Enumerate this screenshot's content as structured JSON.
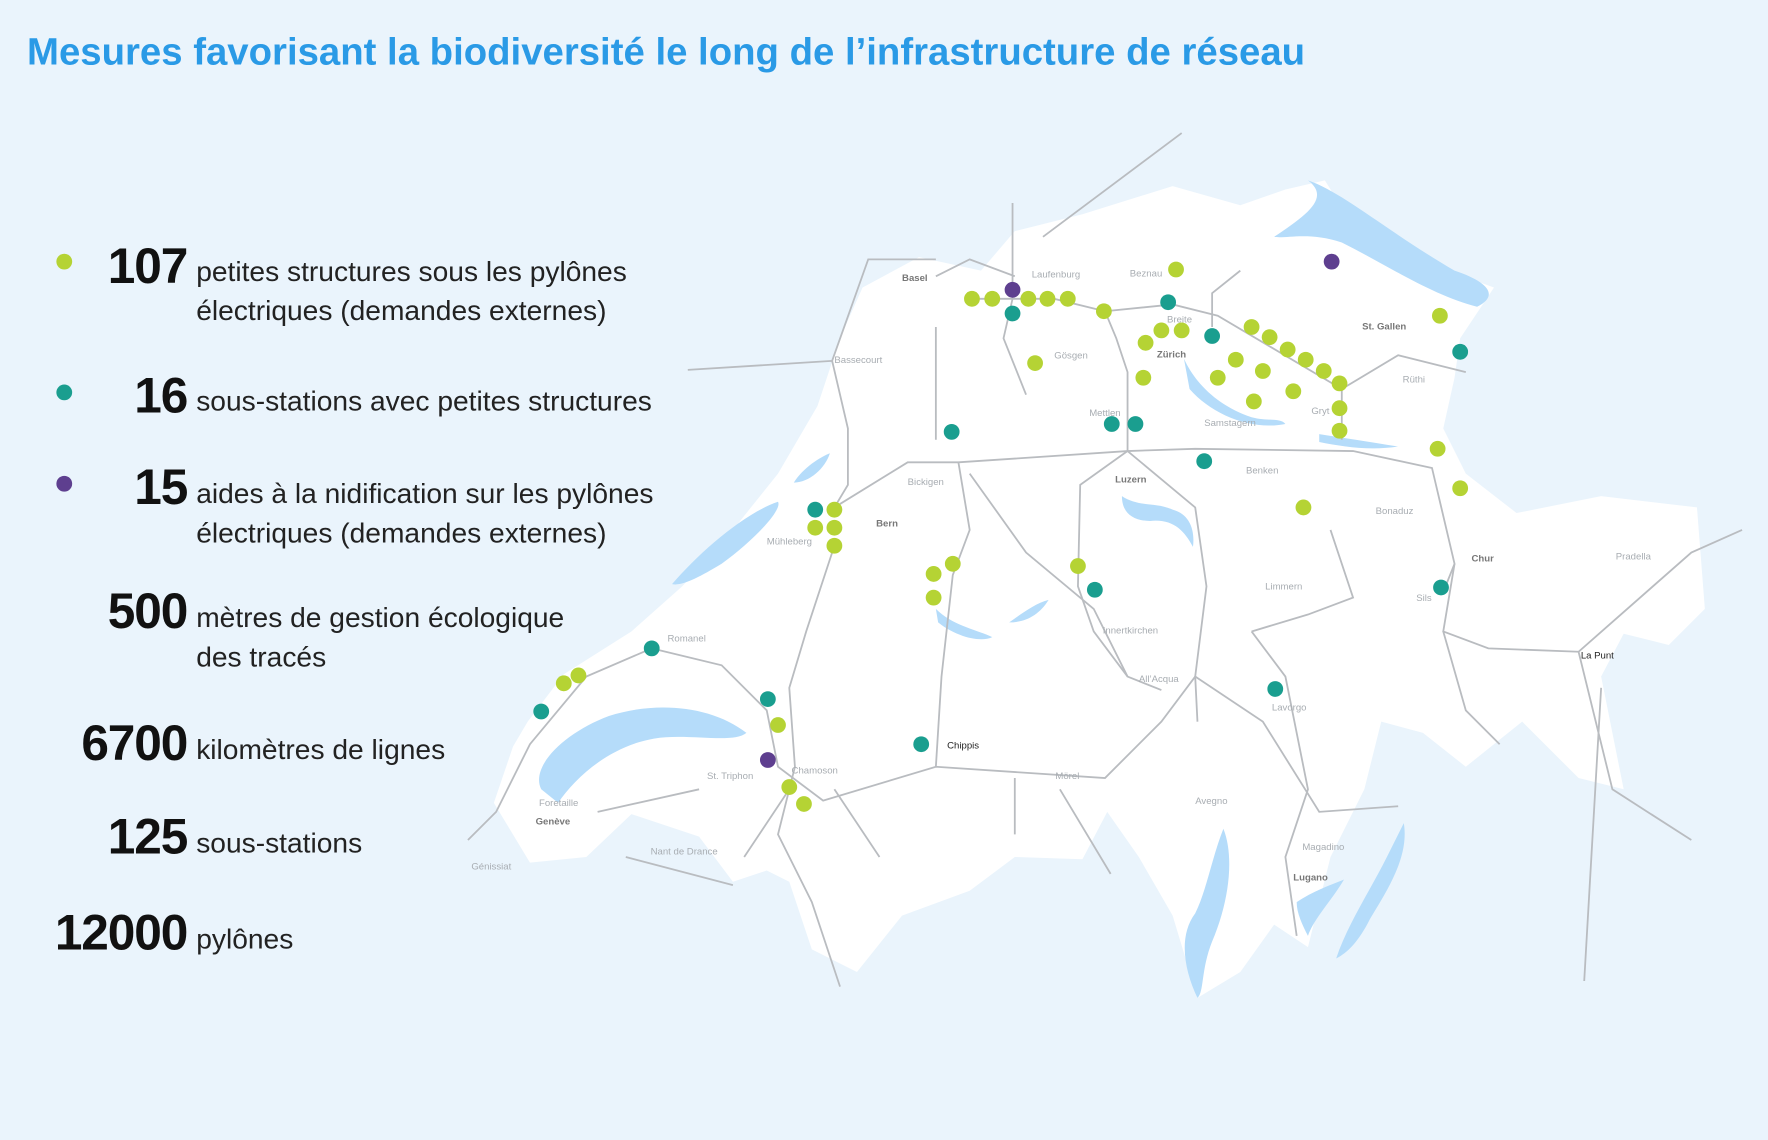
{
  "title": "Mesures favorisant la biodiversité le long de l’infrastructure de réseau",
  "legend": [
    {
      "number": "107",
      "line1": "petites structures sous les pylônes",
      "line2": "électriques (demandes externes)",
      "color": "#b5d334"
    },
    {
      "number": "16",
      "line1": "sous-stations avec petites structures",
      "line2": "",
      "color": "#1a9e8f"
    },
    {
      "number": "15",
      "line1": "aides à la nidification sur les pylônes",
      "line2": "électriques (demandes externes)",
      "color": "#5e3f8f"
    },
    {
      "number": "500",
      "line1": "mètres de gestion écologique",
      "line2": "des tracés"
    },
    {
      "number": "6700",
      "line1": "kilomètres de lignes",
      "line2": ""
    },
    {
      "number": "125",
      "line1": "sous-stations",
      "line2": ""
    },
    {
      "number": "12000",
      "line1": "pylônes",
      "line2": ""
    }
  ],
  "map": {
    "labels": [
      "Basel",
      "Laufenburg",
      "Beznau",
      "Breite",
      "St. Gallen",
      "Bassecourt",
      "Gösgen",
      "Zürich",
      "Rüthi",
      "Mettlen",
      "Samstagern",
      "Gryt",
      "Benken",
      "Luzern",
      "Bickigen",
      "Bonaduz",
      "Bern",
      "Mühleberg",
      "Chur",
      "Pradella",
      "Limmern",
      "Sils",
      "Innertkirchen",
      "Romanel",
      "La Punt",
      "All’Acqua",
      "Lavorgo",
      "Chippis",
      "St. Triphon",
      "Chamoson",
      "Mörel",
      "Avegno",
      "Foretaille",
      "Genève",
      "Nant de Drance",
      "Magadino",
      "Génissiat",
      "Lugano"
    ]
  }
}
